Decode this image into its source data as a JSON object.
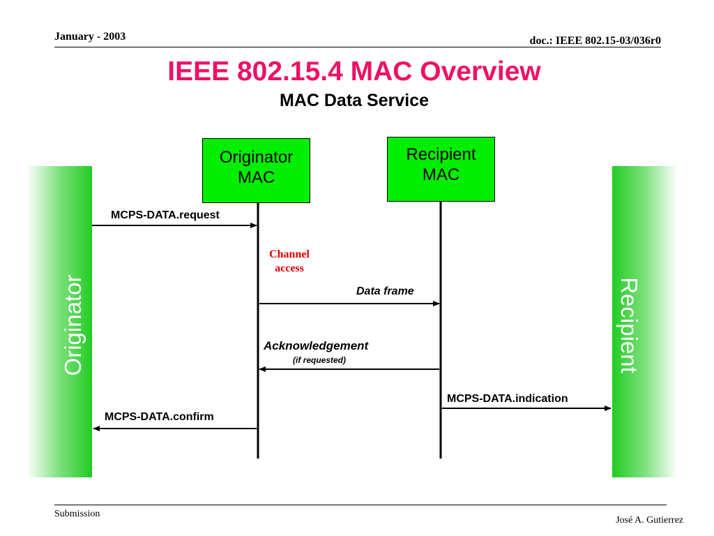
{
  "header": {
    "date": "January - 2003",
    "doc": "doc.: IEEE 802.15-03/036r0"
  },
  "title": "IEEE 802.15.4 MAC Overview",
  "subtitle": "MAC Data Service",
  "boxes": {
    "originator_mac": [
      "Originator",
      "MAC"
    ],
    "recipient_mac": [
      "Recipient",
      "MAC"
    ]
  },
  "sides": {
    "originator": "Originator",
    "recipient": "Recipient"
  },
  "messages": {
    "request": "MCPS-DATA.request",
    "channel_access": [
      "Channel",
      "access"
    ],
    "data_frame": "Data frame",
    "acknowledgement": "Acknowledgement",
    "if_requested": "(if requested)",
    "indication": "MCPS-DATA.indication",
    "confirm": "MCPS-DATA.confirm"
  },
  "footer": {
    "left": "Submission",
    "right": "José A. Gutierrez"
  },
  "colors": {
    "title": "#ee1166",
    "box_fill": "#00ee00",
    "side_bar": "#22cc22",
    "channel_access": "#dd0000"
  }
}
